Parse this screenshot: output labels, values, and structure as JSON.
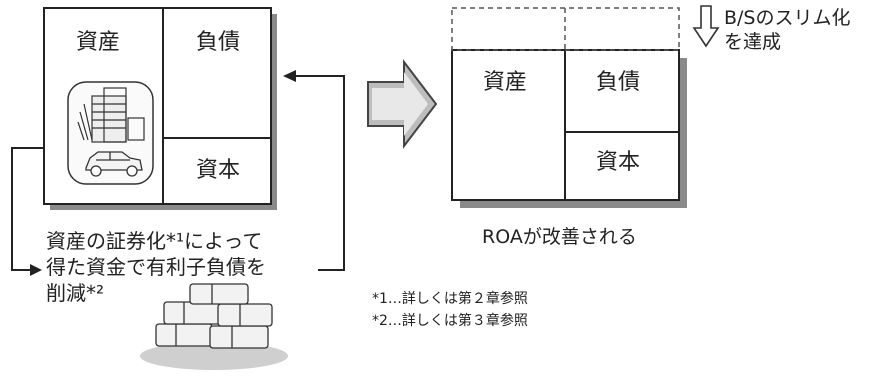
{
  "left_bs": {
    "assets": "資産",
    "liabilities": "負債",
    "equity": "資本"
  },
  "right_bs": {
    "assets": "資産",
    "liabilities": "負債",
    "equity": "資本",
    "slim_note": [
      "B/Sのスリム化",
      "を達成"
    ],
    "caption": "ROAが改善される"
  },
  "securitization_note": [
    "資産の証券化*¹によって",
    "得た資金で有利子負債を",
    "削減*²"
  ],
  "footnotes": [
    "*1…詳しくは第２章参照",
    "*2…詳しくは第３章参照"
  ],
  "icons": [
    "building-icon",
    "car-icon",
    "money-stack-icon",
    "big-right-arrow-icon",
    "down-arrow-icon"
  ],
  "colors": {
    "line": "#222222",
    "dashed": "#666666",
    "shadow": "#9a9a9a"
  }
}
